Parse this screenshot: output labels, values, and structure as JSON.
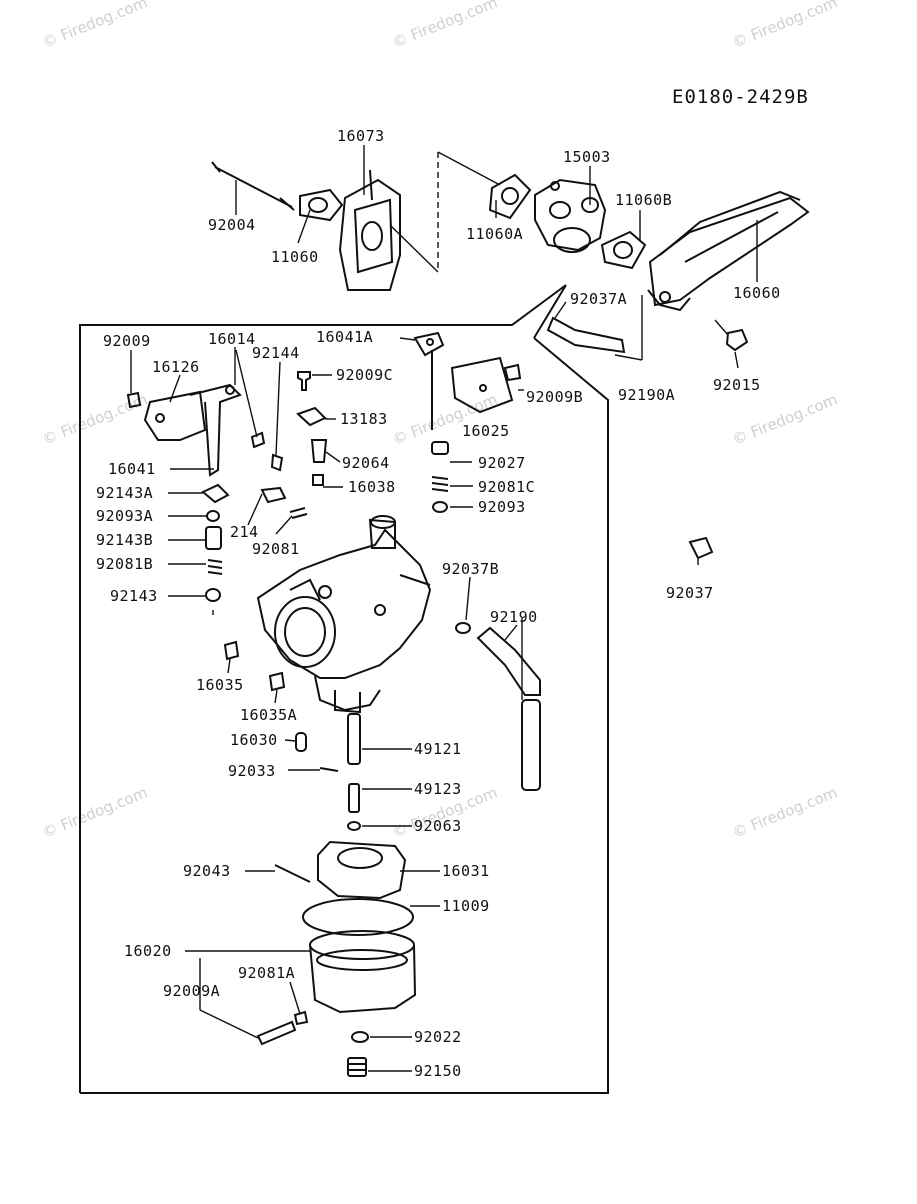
{
  "diagram": {
    "code": "E0180-2429B",
    "watermark": "© Firedog.com",
    "labels": {
      "l16073": "16073",
      "l15003": "15003",
      "l11060B": "11060B",
      "l92004": "92004",
      "l11060": "11060",
      "l11060A": "11060A",
      "l16060": "16060",
      "l92037A": "92037A",
      "l92009": "92009",
      "l16014": "16014",
      "l16041A": "16041A",
      "l92144": "92144",
      "l16126": "16126",
      "l92009C": "92009C",
      "l92009B": "92009B",
      "l92190A": "92190A",
      "l92015": "92015",
      "l13183": "13183",
      "l16025": "16025",
      "l92064": "92064",
      "l92027": "92027",
      "l16041": "16041",
      "l16038": "16038",
      "l92081C": "92081C",
      "l92143A": "92143A",
      "l92093": "92093",
      "l92093A": "92093A",
      "l214": "214",
      "l92143B": "92143B",
      "l92081": "92081",
      "l92037B": "92037B",
      "l92081B": "92081B",
      "l92037": "92037",
      "l92143": "92143",
      "l92190": "92190",
      "l16035": "16035",
      "l16035A": "16035A",
      "l16030": "16030",
      "l49121": "49121",
      "l92033": "92033",
      "l49123": "49123",
      "l92063": "92063",
      "l92043": "92043",
      "l16031": "16031",
      "l11009": "11009",
      "l16020": "16020",
      "l92081A": "92081A",
      "l92009A": "92009A",
      "l92022": "92022",
      "l92150": "92150"
    }
  }
}
